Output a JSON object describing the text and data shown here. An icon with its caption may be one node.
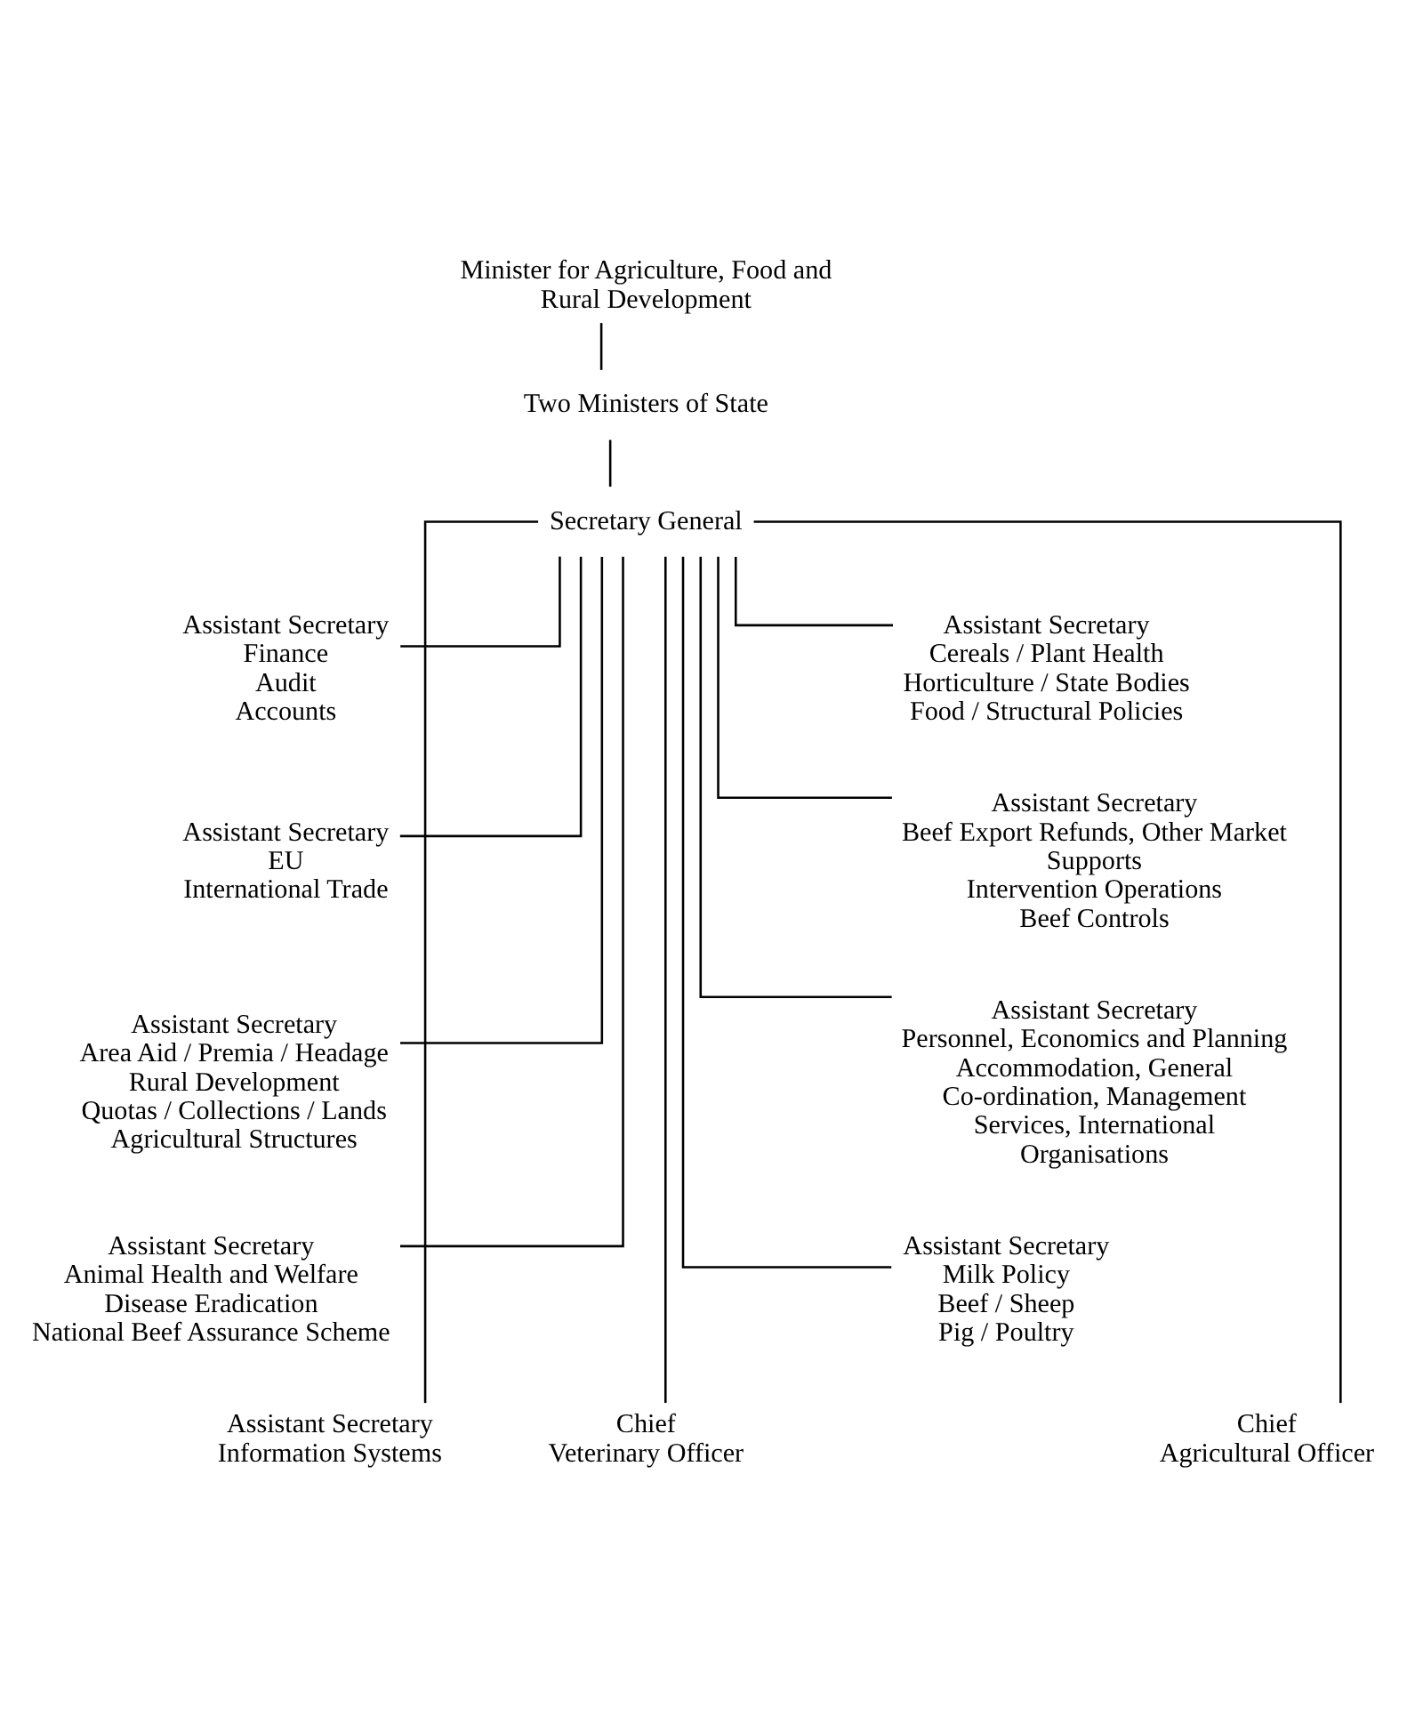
{
  "diagram": {
    "nodes": [
      {
        "text": [
          "Minister for Agriculture, Food and Rural Development"
        ]
      },
      {
        "text": [
          "Two Ministers of State"
        ]
      },
      {
        "text": [
          "Secretary General"
        ]
      },
      {
        "text": [
          "Assistant Secretary",
          "Finance",
          "Audit",
          "Accounts"
        ]
      },
      {
        "text": [
          "Assistant Secretary",
          "Cereals / Plant Health",
          "Horticulture / State Bodies",
          "Food / Structural Policies"
        ]
      },
      {
        "text": [
          "Assistant Secretary",
          "EU",
          "International Trade"
        ]
      },
      {
        "text": [
          "Assistant Secretary",
          "Beef Export Refunds, Other Market Supports",
          "Intervention Operations",
          "Beef Controls"
        ]
      },
      {
        "text": [
          "Assistant Secretary",
          "Area Aid / Premia / Headage",
          "Rural Development",
          "Quotas / Collections / Lands",
          "Agricultural Structures"
        ]
      },
      {
        "text": [
          "Assistant Secretary",
          "Personnel, Economics and Planning",
          "Accommodation, General Co-ordination, Management Services, International Organisations"
        ]
      },
      {
        "text": [
          "Assistant Secretary",
          "Animal Health and Welfare",
          "Disease Eradication",
          "National Beef Assurance Scheme"
        ]
      },
      {
        "text": [
          "Assistant Secretary",
          "Milk Policy",
          "Beef / Sheep",
          "Pig / Poultry"
        ]
      },
      {
        "text": [
          "Assistant Secretary",
          "Information Systems"
        ]
      },
      {
        "text": [
          "Chief",
          "Veterinary Officer"
        ]
      },
      {
        "text": [
          "Chief",
          "Agricultural Officer"
        ]
      }
    ],
    "edges": [
      {
        "from": 0,
        "to": 1,
        "arrow": "none"
      },
      {
        "from": 1,
        "to": 2,
        "arrow": "none"
      },
      {
        "from": 2,
        "to": 3,
        "arrow": "none"
      },
      {
        "from": 2,
        "to": 4,
        "arrow": "none"
      },
      {
        "from": 2,
        "to": 5,
        "arrow": "none"
      },
      {
        "from": 2,
        "to": 6,
        "arrow": "none"
      },
      {
        "from": 2,
        "to": 7,
        "arrow": "none"
      },
      {
        "from": 2,
        "to": 8,
        "arrow": "none"
      },
      {
        "from": 2,
        "to": 9,
        "arrow": "none"
      },
      {
        "from": 2,
        "to": 10,
        "arrow": "none"
      },
      {
        "from": 2,
        "to": 11,
        "arrow": "none"
      },
      {
        "from": 2,
        "to": 12,
        "arrow": "none"
      },
      {
        "from": 2,
        "to": 13,
        "arrow": "none"
      }
    ]
  }
}
